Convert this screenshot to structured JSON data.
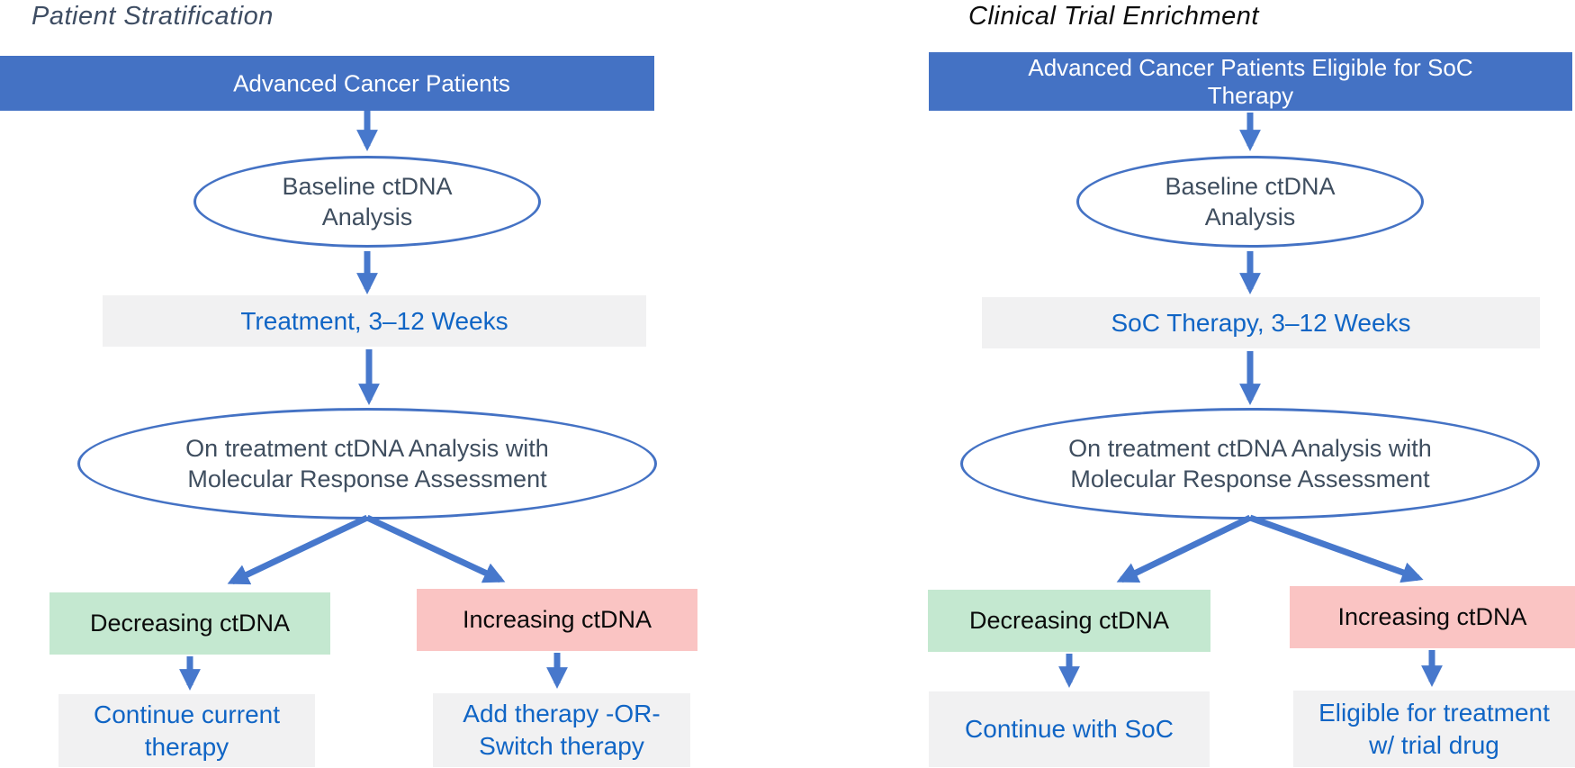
{
  "colors": {
    "accent_blue": "#4472C4",
    "arrow_blue": "#4778CC",
    "ellipse_stroke": "#4472C4",
    "gray_box": "#F1F1F2",
    "green_box": "#C4E8D0",
    "pink_box": "#FAC4C3",
    "link_blue_text": "#1065C5",
    "slate_text": "#3F4E5F",
    "left_title_color": "#3E4D63",
    "right_title_color": "#0D0D0D"
  },
  "left_panel": {
    "title": "Patient Stratification",
    "header": "Advanced Cancer Patients",
    "baseline_ellipse": "Baseline ctDNA\nAnalysis",
    "treatment_box": "Treatment, 3–12 Weeks",
    "response_ellipse": "On treatment ctDNA Analysis with\nMolecular Response Assessment",
    "decreasing_box": "Decreasing ctDNA",
    "increasing_box": "Increasing ctDNA",
    "decreasing_outcome": "Continue current\ntherapy",
    "increasing_outcome": "Add therapy -OR-\nSwitch therapy"
  },
  "right_panel": {
    "title": "Clinical Trial Enrichment",
    "header": "Advanced Cancer Patients Eligible for SoC\nTherapy",
    "baseline_ellipse": "Baseline ctDNA\nAnalysis",
    "treatment_box": "SoC Therapy, 3–12 Weeks",
    "response_ellipse": "On treatment ctDNA Analysis with\nMolecular Response Assessment",
    "decreasing_box": "Decreasing ctDNA",
    "increasing_box": "Increasing ctDNA",
    "decreasing_outcome": "Continue with SoC",
    "increasing_outcome": "Eligible for treatment\nw/ trial drug"
  }
}
